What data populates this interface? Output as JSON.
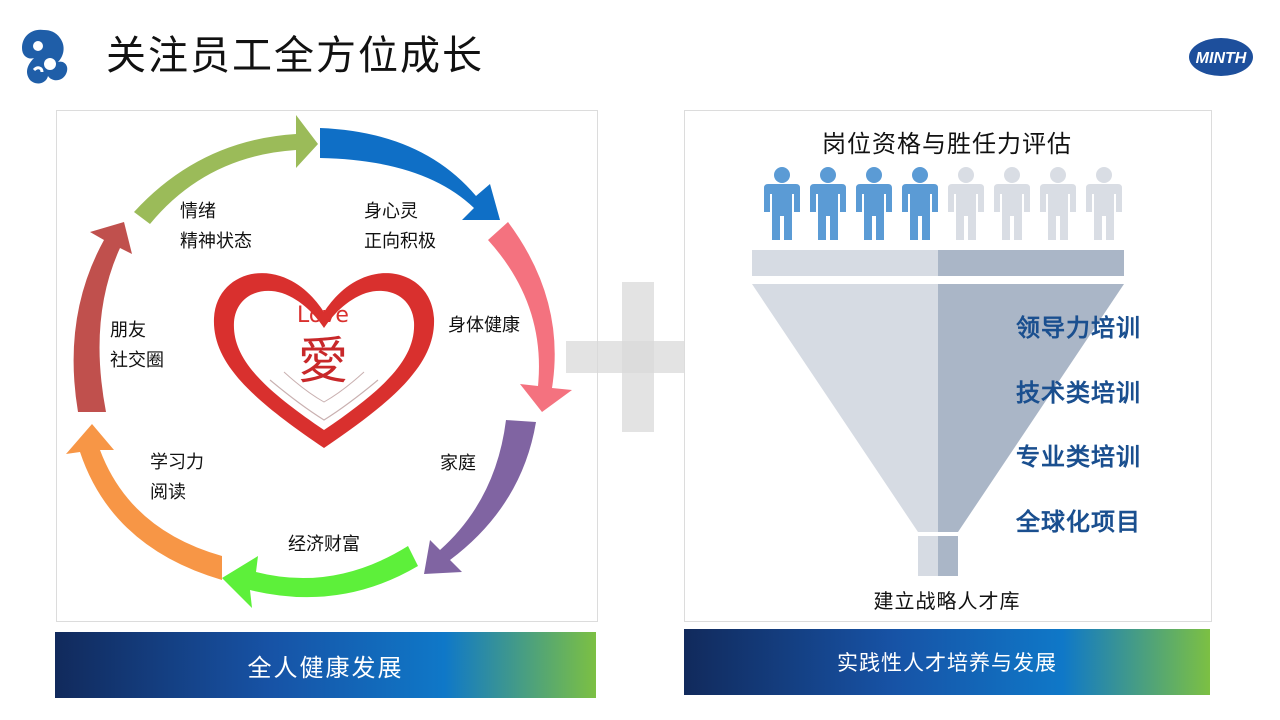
{
  "header": {
    "title": "关注员工全方位成长",
    "brand_logo_text": "MINTH"
  },
  "left_panel": {
    "center": {
      "en": "Love",
      "zh": "愛"
    },
    "cycle_items": [
      {
        "line1": "情绪",
        "line2": "精神状态",
        "color": "#9bbb59"
      },
      {
        "line1": "身心灵",
        "line2": "正向积极",
        "color": "#0f6fc6"
      },
      {
        "line1": "身体健康",
        "line2": "",
        "color": "#f4727f"
      },
      {
        "line1": "家庭",
        "line2": "",
        "color": "#8064a2"
      },
      {
        "line1": "经济财富",
        "line2": "",
        "color": "#5df03a"
      },
      {
        "line1": "学习力",
        "line2": "阅读",
        "color": "#f79646"
      },
      {
        "line1": "朋友",
        "line2": "社交圈",
        "color": "#c0504d"
      }
    ],
    "footer": "全人健康发展"
  },
  "right_panel": {
    "title": "岗位资格与胜任力评估",
    "people": {
      "highlighted": 4,
      "total": 8,
      "active_color": "#5b9bd5",
      "inactive_color": "#d9dde4"
    },
    "trainings": [
      "领导力培训",
      "技术类培训",
      "专业类培训",
      "全球化项目"
    ],
    "bottom_label": "建立战略人才库",
    "footer": "实践性人才培养与发展"
  }
}
